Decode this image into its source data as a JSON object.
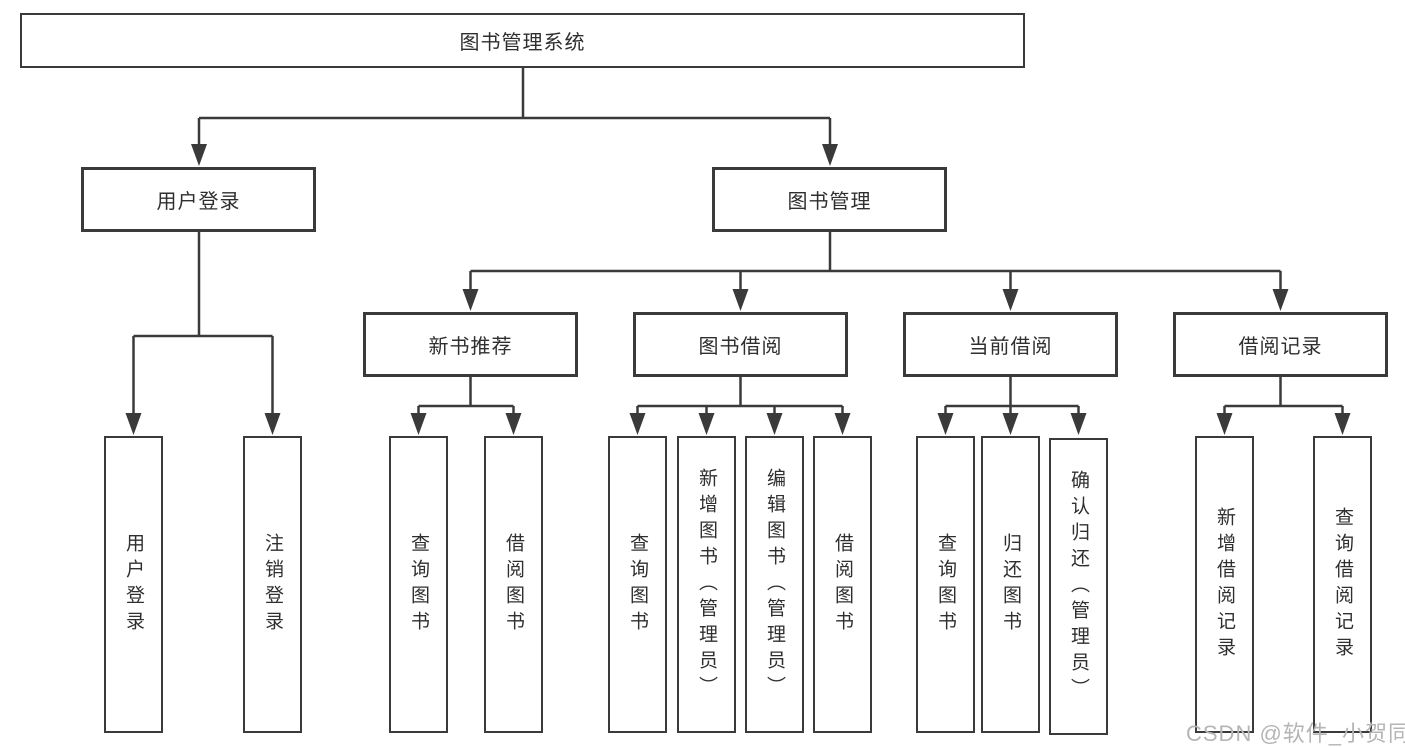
{
  "diagram": {
    "root": {
      "label": "图书管理系统"
    },
    "level2": {
      "user_login": {
        "label": "用户登录"
      },
      "book_mgmt": {
        "label": "图书管理"
      }
    },
    "level3": {
      "new_book_rec": {
        "label": "新书推荐"
      },
      "book_borrow": {
        "label": "图书借阅"
      },
      "current_borrow": {
        "label": "当前借阅"
      },
      "borrow_records": {
        "label": "借阅记录"
      }
    },
    "leaves": {
      "user_login": [
        "用户登录",
        "注销登录"
      ],
      "new_book_rec": [
        "查询图书",
        "借阅图书"
      ],
      "book_borrow": [
        "查询图书",
        "新增图书（管理员）",
        "编辑图书（管理员）",
        "借阅图书"
      ],
      "current_borrow": [
        "查询图书",
        "归还图书",
        "确认归还（管理员）"
      ],
      "borrow_records": [
        "新增借阅记录",
        "查询借阅记录"
      ]
    }
  },
  "watermark": {
    "text": "CSDN @软件_小贺同学"
  },
  "colors": {
    "line": "#3a3a3a",
    "box_border": "#3a3a3a",
    "text": "#2f2f2f",
    "watermark": "#b5b5b5",
    "background": "#ffffff"
  }
}
